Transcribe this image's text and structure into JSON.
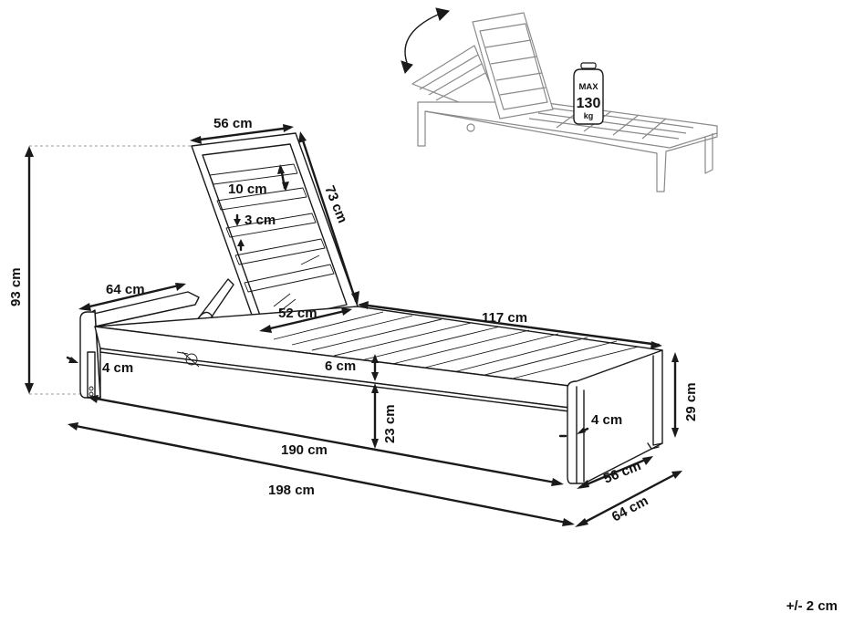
{
  "dimensions": {
    "backrest_width": "56 cm",
    "slat_spacing": "10 cm",
    "slat_width": "3 cm",
    "backrest_length": "73 cm",
    "total_height": "93 cm",
    "frame_width_top": "64 cm",
    "backrest_inner_width": "52 cm",
    "seat_length": "117 cm",
    "leg_thickness_left": "4 cm",
    "frame_thickness": "6 cm",
    "seat_height": "23 cm",
    "side_height": "29 cm",
    "leg_thickness_right": "4 cm",
    "inner_length": "190 cm",
    "total_length": "198 cm",
    "inner_width": "56 cm",
    "total_width": "64 cm"
  },
  "weight_badge": {
    "top": "MAX",
    "value": "130",
    "unit": "kg"
  },
  "tolerance": "+/- 2 cm"
}
